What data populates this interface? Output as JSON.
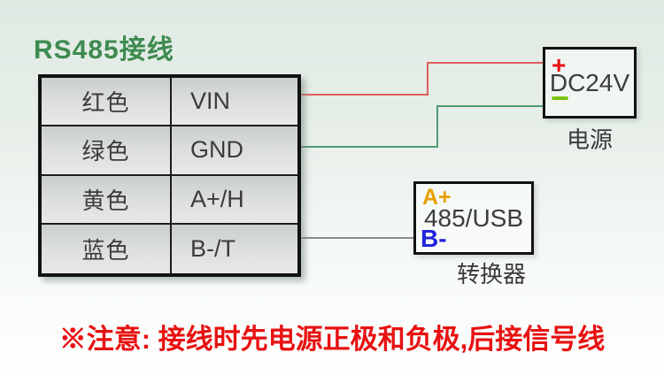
{
  "title": "RS485接线",
  "colors": {
    "title_green": "#3e8b51",
    "wire_red": "#e05e5e",
    "wire_green": "#4d9c6f",
    "wire_gray": "#8a8a8a",
    "plus_red": "#e81212",
    "minus_green": "#79c40c",
    "a_plus_orange": "#e8a100",
    "b_minus_blue": "#2424dd",
    "note_red": "#e81111"
  },
  "wiring_table": {
    "rows": [
      {
        "wire_color": "红色",
        "signal": "VIN"
      },
      {
        "wire_color": "绿色",
        "signal": "GND"
      },
      {
        "wire_color": "黄色",
        "signal": "A+/H"
      },
      {
        "wire_color": "蓝色",
        "signal": "B-/T"
      }
    ]
  },
  "power_box": {
    "plus_label": "+",
    "minus_label": "−",
    "name": "DC24V",
    "caption": "电源"
  },
  "converter_box": {
    "a_label": "A+",
    "b_label": "B-",
    "name": "485/USB",
    "caption": "转换器"
  },
  "note": "※注意: 接线时先电源正极和负极,后接信号线"
}
